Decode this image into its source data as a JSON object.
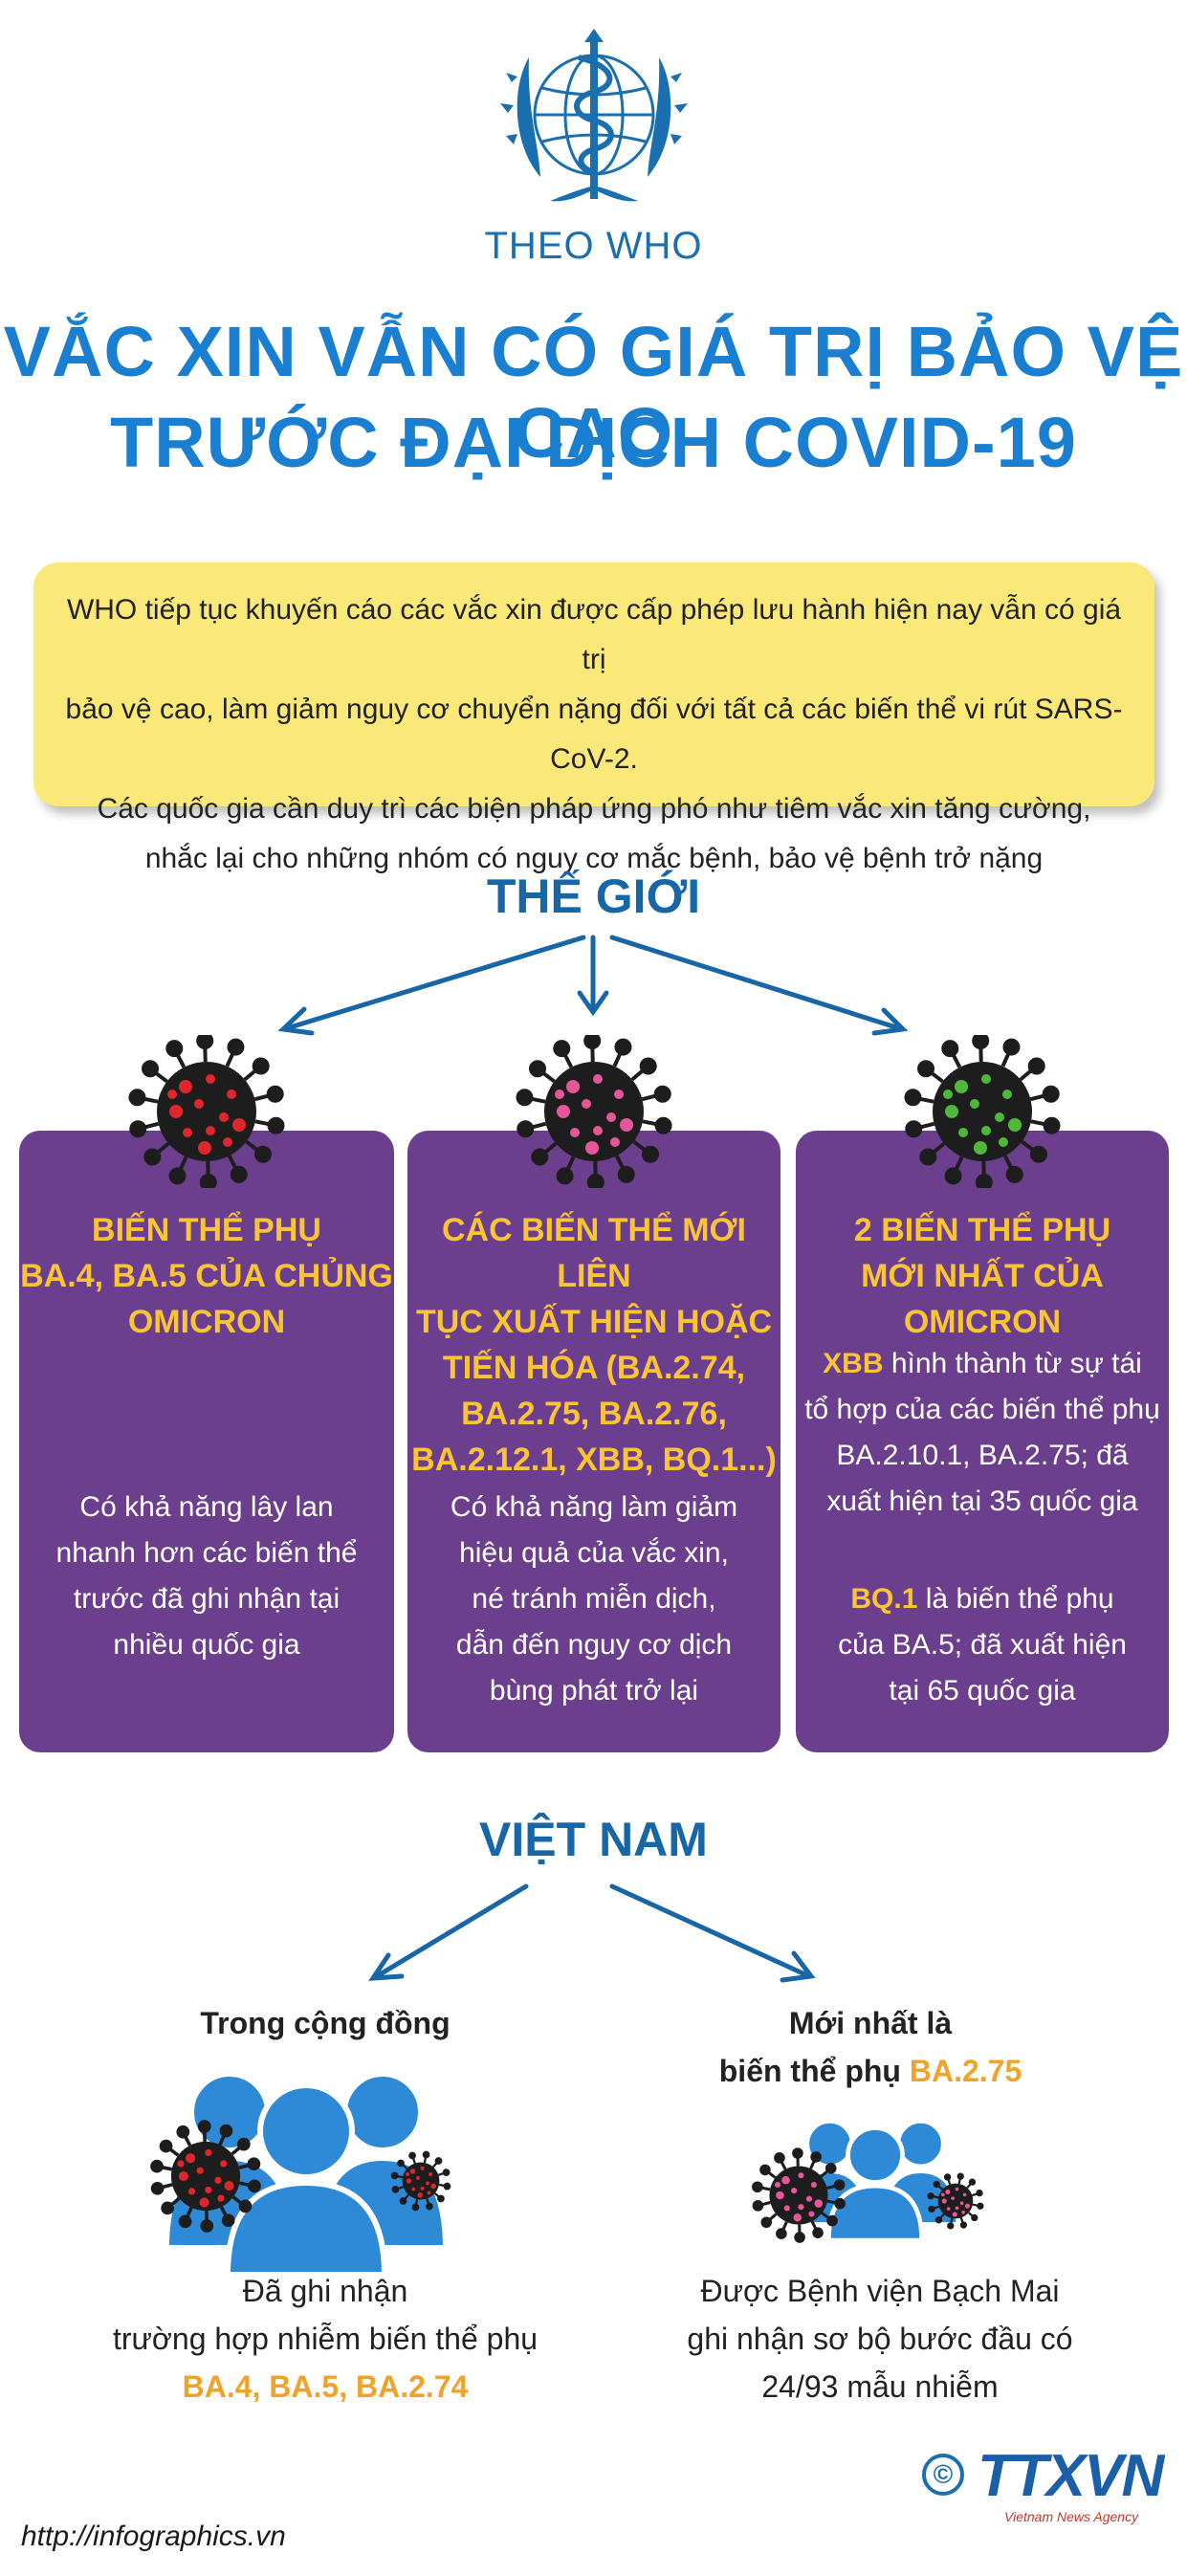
{
  "header": {
    "source": "THEO WHO",
    "title_line1": "VẮC XIN VẪN CÓ GIÁ TRỊ BẢO VỆ CAO",
    "title_line2": "TRƯỚC ĐẠI DỊCH COVID-19",
    "logo_icon": "who-emblem-icon"
  },
  "intro": {
    "line1": "WHO tiếp tục khuyến cáo các vắc xin được cấp phép lưu hành hiện nay vẫn có giá trị",
    "line2": "bảo vệ cao, làm giảm nguy cơ chuyển nặng đối với tất cả các biến thể vi rút SARS-CoV-2.",
    "line3": "Các quốc gia cần duy trì các biện pháp ứng phó như tiêm vắc xin tăng cường,",
    "line4": "nhắc lại cho những nhóm có nguy cơ mắc bệnh, bảo vệ bệnh trở nặng"
  },
  "world": {
    "heading": "THẾ GIỚI",
    "cards": [
      {
        "title": [
          "BIẾN THỂ PHỤ",
          "BA.4, BA.5 CỦA CHỦNG",
          "OMICRON"
        ],
        "body": [
          "Có khả năng lây lan",
          "nhanh hơn các biến thể",
          "trước đã ghi nhận tại",
          "nhiều quốc gia"
        ],
        "virus_color": "#e0262d"
      },
      {
        "title": [
          "CÁC BIẾN THỂ MỚI LIÊN",
          "TỤC XUẤT HIỆN HOẶC",
          "TIẾN HÓA (BA.2.74,",
          "BA.2.75, BA.2.76,",
          "BA.2.12.1, XBB, BQ.1...)"
        ],
        "body": [
          "Có khả năng làm giảm",
          "hiệu quả của vắc xin,",
          "né tránh miễn dịch,",
          "dẫn đến nguy cơ dịch",
          "bùng phát trở lại"
        ],
        "virus_color": "#e5569a"
      },
      {
        "title": [
          "2 BIẾN THỂ PHỤ",
          "MỚI NHẤT CỦA OMICRON"
        ],
        "xbb_label": "XBB",
        "xbb_text": [
          " hình thành từ sự tái",
          "tổ hợp của các biến thể phụ",
          "BA.2.10.1, BA.2.75; đã",
          "xuất hiện tại 35 quốc gia"
        ],
        "bq_label": "BQ.1",
        "bq_text": [
          " là biến thể phụ",
          "của BA.5; đã xuất hiện",
          "tại 65 quốc gia"
        ],
        "virus_color": "#4fb83b"
      }
    ]
  },
  "vietnam": {
    "heading": "VIỆT NAM",
    "left": {
      "label": "Trong cộng đồng",
      "text1": "Đã ghi nhận",
      "text2": "trường hợp nhiễm biến thể phụ",
      "variants": "BA.4, BA.5, BA.2.74"
    },
    "right": {
      "label1": "Mới nhất là",
      "label2": "biến thể phụ ",
      "variant": "BA.2.75",
      "text1": "Được Bệnh viện Bạch Mai",
      "text2": "ghi nhận sơ bộ bước đầu có",
      "text3": "24/93 mẫu nhiễm"
    }
  },
  "footer": {
    "url": "http://infographics.vn",
    "copyright": "©",
    "agency": "TTXVN",
    "agency_sub": "Vietnam News Agency"
  },
  "colors": {
    "title_blue": "#1a7fd0",
    "card_purple": "#6b3f8d",
    "highlight_yellow": "#fbc437",
    "intro_bg": "#fae978",
    "people_blue": "#2e8ad6"
  }
}
